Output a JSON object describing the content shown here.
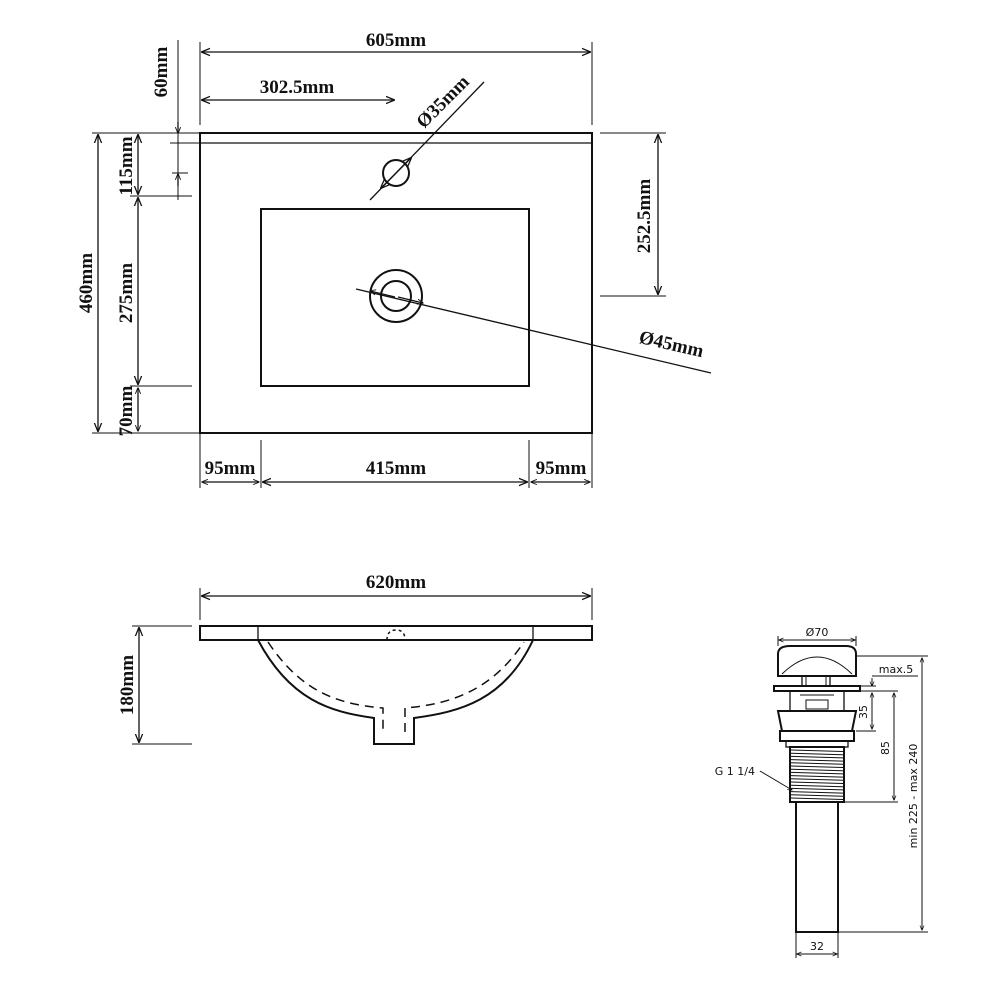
{
  "top_view": {
    "width_total": "605mm",
    "tap_offset": "302.5mm",
    "tap_hole": "Ø35mm",
    "rim_back": "60mm",
    "depth_total": "460mm",
    "front_to_bowl": "115mm",
    "bowl_depth": "275mm",
    "bowl_to_back": "70mm",
    "drain_offset": "252.5mm",
    "drain_hole": "Ø45mm",
    "margin_left": "95mm",
    "bowl_width": "415mm",
    "margin_right": "95mm"
  },
  "side_view": {
    "width_total": "620mm",
    "height_total": "180mm"
  },
  "waste_valve": {
    "cap_diameter": "Ø70",
    "max_thickness": "max.5",
    "upper_height": "35",
    "body_height": "85",
    "length_range": "min 225 - max 240",
    "thread": "G 1 1/4",
    "pipe_diameter": "32"
  }
}
